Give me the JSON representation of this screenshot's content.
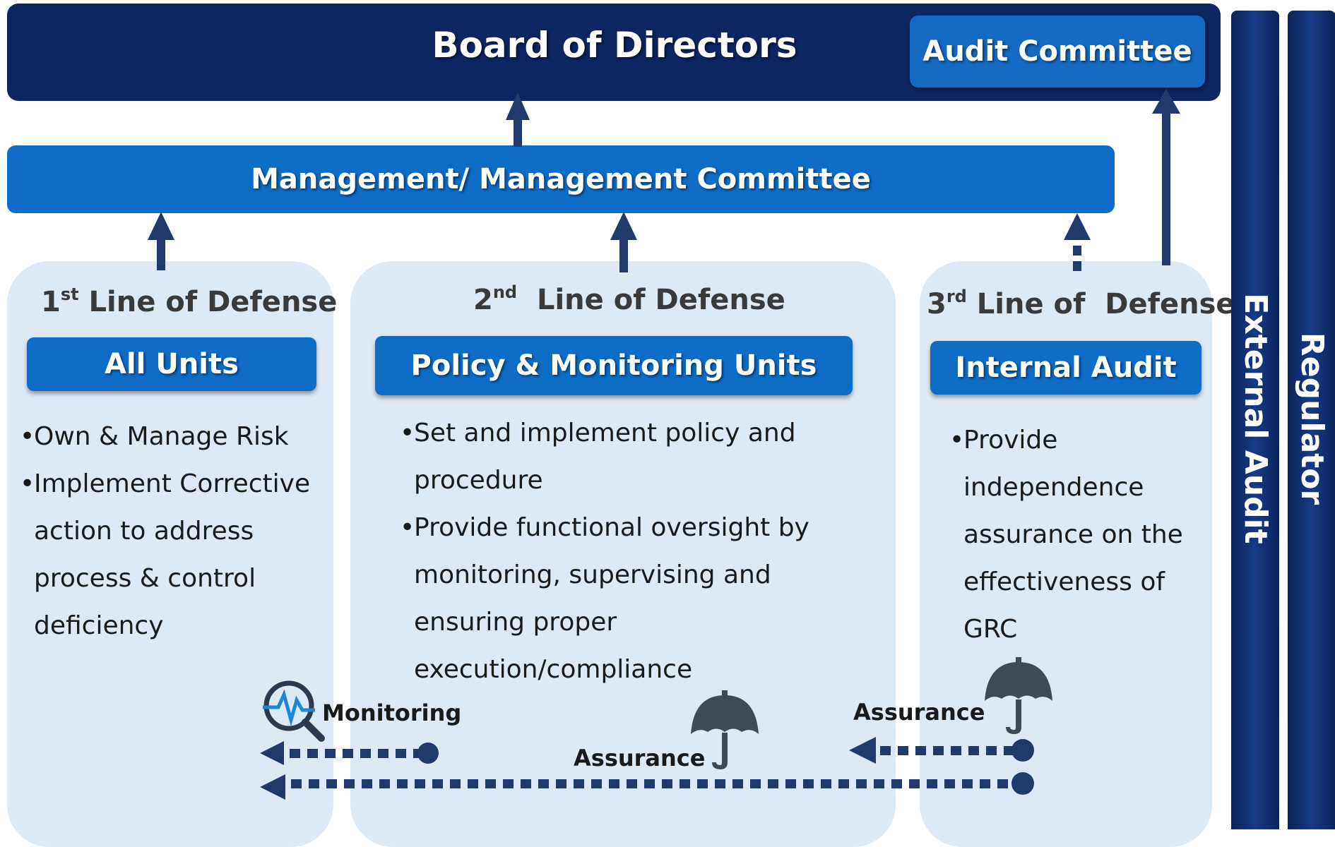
{
  "board": {
    "title": "Board of Directors",
    "audit_committee": "Audit Committee"
  },
  "management": {
    "title": "Management/ Management Committee"
  },
  "lines": [
    {
      "ordinal": "1",
      "suffix": "st",
      "title": " Line of Defense",
      "unit": "All Units",
      "bullets": [
        "Own & Manage Risk",
        "Implement Corrective action to address process & control deficiency"
      ]
    },
    {
      "ordinal": "2",
      "suffix": "nd",
      "title": "  Line of Defense",
      "unit": "Policy & Monitoring Units",
      "bullets": [
        "Set and implement policy and procedure",
        "Provide functional oversight by monitoring, supervising and ensuring proper execution/compliance"
      ]
    },
    {
      "ordinal": "3",
      "suffix": "rd",
      "title": " Line of  Defense",
      "unit": "Internal  Audit",
      "bullets": [
        "Provide independence assurance on the effectiveness of GRC"
      ]
    }
  ],
  "side": {
    "external_audit": "External Audit",
    "regulator": "Regulator"
  },
  "flows": {
    "monitoring": "Monitoring",
    "assurance_short": "Assurance",
    "assurance_long": "Assurance"
  },
  "colors": {
    "navy": "#0d2560",
    "blue": "#0d6cc6",
    "panel": "#dde9f5",
    "arrow": "#1f3a6b",
    "umbrella": "#3f4a57"
  },
  "icons": [
    "monitoring-magnifier-icon",
    "umbrella-icon"
  ]
}
